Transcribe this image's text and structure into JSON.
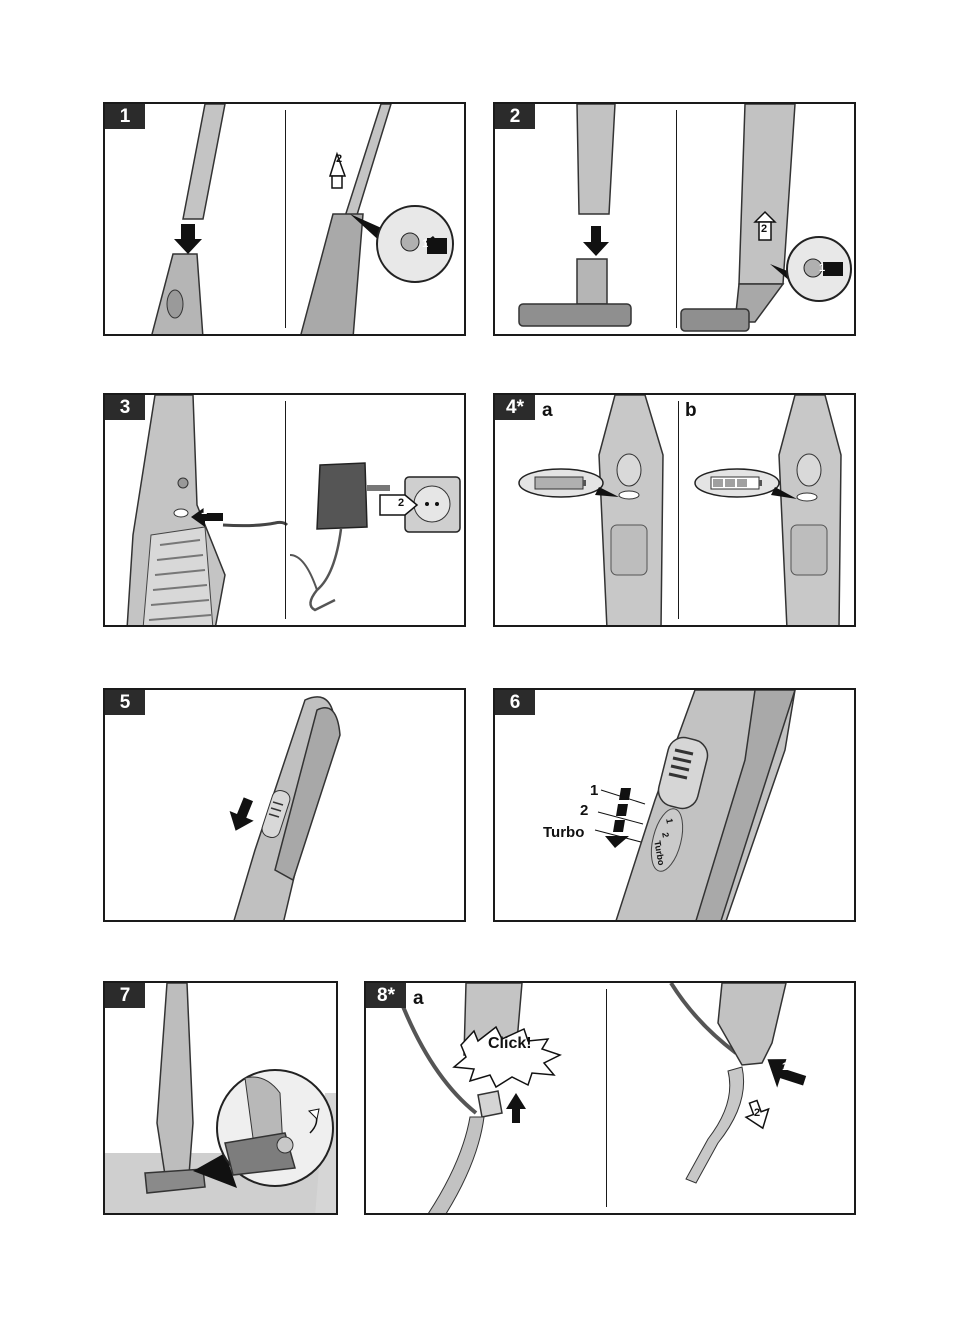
{
  "panels": [
    {
      "number": "1"
    },
    {
      "number": "2"
    },
    {
      "number": "3"
    },
    {
      "number": "4*",
      "sub_a": "a",
      "sub_b": "b"
    },
    {
      "number": "5"
    },
    {
      "number": "6",
      "levels": [
        "1",
        "2",
        "Turbo"
      ],
      "switch_marks": [
        "1",
        "2",
        "Turbo"
      ]
    },
    {
      "number": "7"
    },
    {
      "number": "8*",
      "sub_a": "a",
      "click_text": "Click!"
    }
  ],
  "step_markers": {
    "one": "1",
    "two": "2"
  },
  "colors": {
    "ink": "#1a1a1a",
    "device": "#b7b7b7",
    "device_dark": "#8c8c8c",
    "floor": "#cfcfcf"
  }
}
